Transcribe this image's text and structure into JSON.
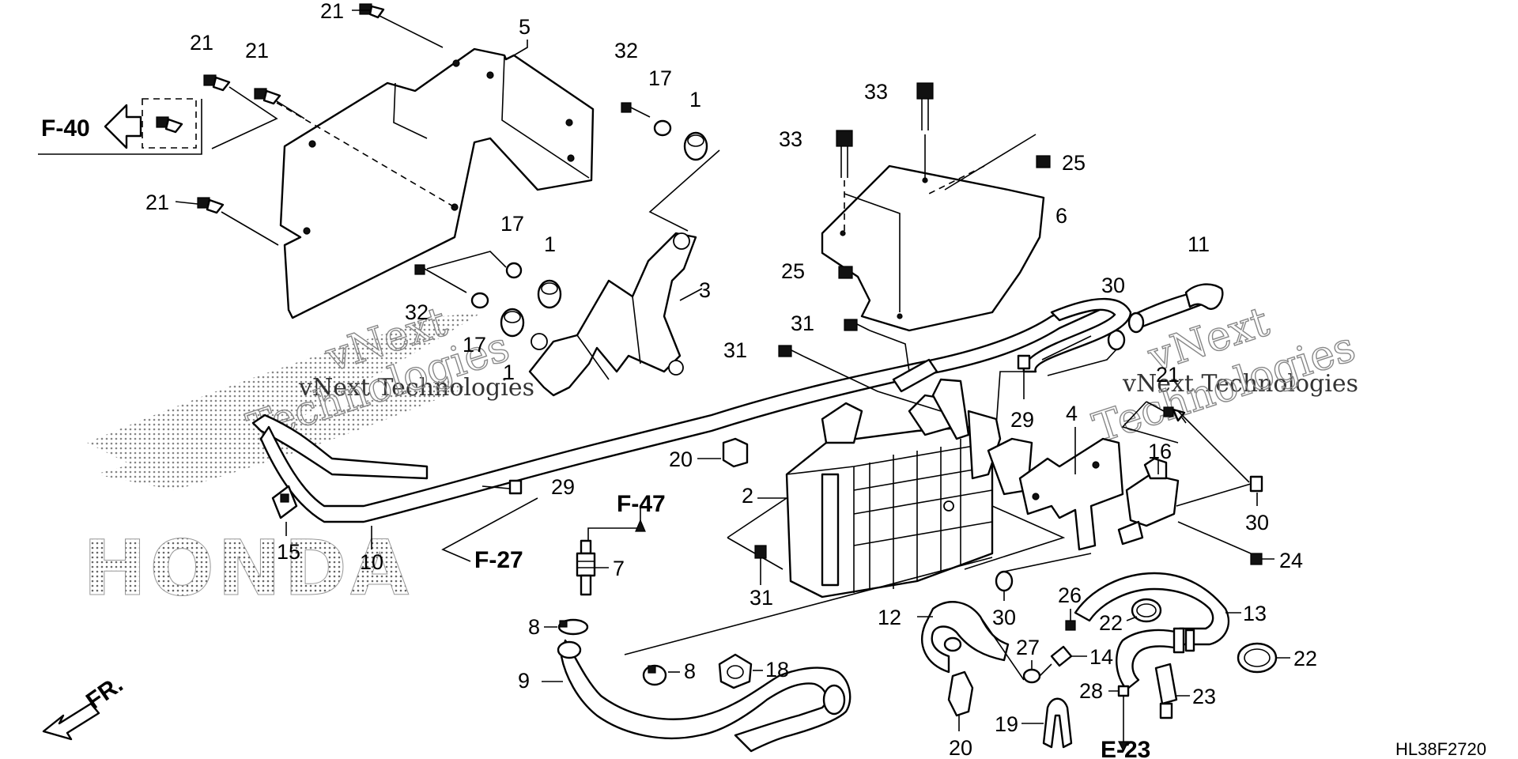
{
  "diagram_code": "HL38F2720",
  "front_label": "FR.",
  "refs": {
    "f40": "F-40",
    "f47": "F-47",
    "f27": "F-27",
    "e23": "E-23"
  },
  "watermark": {
    "text": "vNext Technologies",
    "line1": "vNext",
    "line2": "Technologies",
    "logo": "HONDA"
  },
  "callouts": [
    {
      "id": "c-21a",
      "text": "21"
    },
    {
      "id": "c-5",
      "text": "5"
    },
    {
      "id": "c-21b",
      "text": "21"
    },
    {
      "id": "c-21c",
      "text": "21"
    },
    {
      "id": "c-32a",
      "text": "32"
    },
    {
      "id": "c-17a",
      "text": "17"
    },
    {
      "id": "c-1a",
      "text": "1"
    },
    {
      "id": "c-21d",
      "text": "21"
    },
    {
      "id": "c-17b",
      "text": "17"
    },
    {
      "id": "c-1b",
      "text": "1"
    },
    {
      "id": "c-3",
      "text": "3"
    },
    {
      "id": "c-32b",
      "text": "32"
    },
    {
      "id": "c-17c",
      "text": "17"
    },
    {
      "id": "c-1c",
      "text": "1"
    },
    {
      "id": "c-33a",
      "text": "33"
    },
    {
      "id": "c-33b",
      "text": "33"
    },
    {
      "id": "c-25a",
      "text": "25"
    },
    {
      "id": "c-6",
      "text": "6"
    },
    {
      "id": "c-25b",
      "text": "25"
    },
    {
      "id": "c-11",
      "text": "11"
    },
    {
      "id": "c-30a",
      "text": "30"
    },
    {
      "id": "c-31a",
      "text": "31"
    },
    {
      "id": "c-31b",
      "text": "31"
    },
    {
      "id": "c-29a",
      "text": "29"
    },
    {
      "id": "c-21e",
      "text": "21"
    },
    {
      "id": "c-4",
      "text": "4"
    },
    {
      "id": "c-16",
      "text": "16"
    },
    {
      "id": "c-20a",
      "text": "20"
    },
    {
      "id": "c-2",
      "text": "2"
    },
    {
      "id": "c-29b",
      "text": "29"
    },
    {
      "id": "c-15",
      "text": "15"
    },
    {
      "id": "c-10",
      "text": "10"
    },
    {
      "id": "c-30b",
      "text": "30"
    },
    {
      "id": "c-24",
      "text": "24"
    },
    {
      "id": "c-7",
      "text": "7"
    },
    {
      "id": "c-31c",
      "text": "31"
    },
    {
      "id": "c-12",
      "text": "12"
    },
    {
      "id": "c-30c",
      "text": "30"
    },
    {
      "id": "c-26",
      "text": "26"
    },
    {
      "id": "c-13",
      "text": "13"
    },
    {
      "id": "c-22a",
      "text": "22"
    },
    {
      "id": "c-8a",
      "text": "8"
    },
    {
      "id": "c-27",
      "text": "27"
    },
    {
      "id": "c-14",
      "text": "14"
    },
    {
      "id": "c-22b",
      "text": "22"
    },
    {
      "id": "c-9",
      "text": "9"
    },
    {
      "id": "c-8b",
      "text": "8"
    },
    {
      "id": "c-18",
      "text": "18"
    },
    {
      "id": "c-28",
      "text": "28"
    },
    {
      "id": "c-23",
      "text": "23"
    },
    {
      "id": "c-19",
      "text": "19"
    },
    {
      "id": "c-20b",
      "text": "20"
    }
  ]
}
